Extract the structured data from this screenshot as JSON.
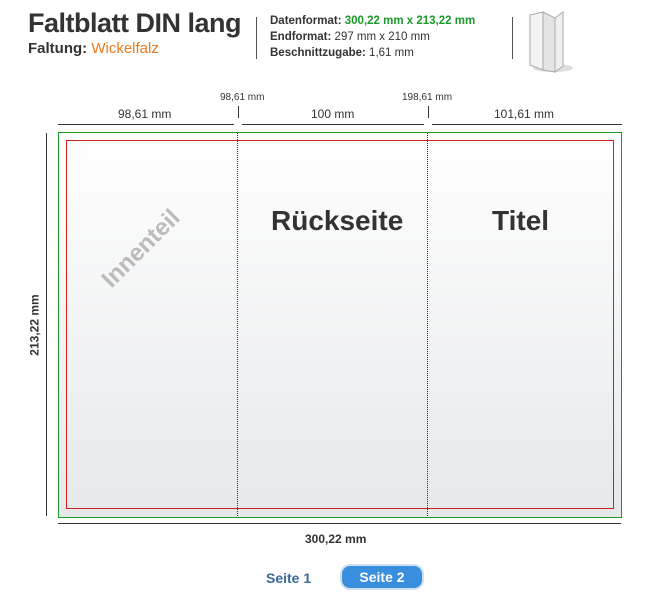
{
  "header": {
    "title": "Faltblatt DIN lang",
    "fold_label": "Faltung:",
    "fold_value": "Wickelfalz"
  },
  "info": {
    "data_label": "Datenformat:",
    "data_value": "300,22 mm x 213,22 mm",
    "end_label": "Endformat:",
    "end_value": "297 mm x 210 mm",
    "bleed_label": "Beschnittzugabe:",
    "bleed_value": "1,61 mm"
  },
  "dimensions": {
    "panel1": "98,61 mm",
    "panel2": "100 mm",
    "panel3": "101,61 mm",
    "fold1": "98,61 mm",
    "fold2": "198,61 mm",
    "width": "300,22 mm",
    "height": "213,22 mm"
  },
  "panels": {
    "inner": "Innenteil",
    "back": "Rückseite",
    "title": "Titel"
  },
  "pages": [
    "Seite 1",
    "Seite 2"
  ],
  "colors": {
    "green": "#1a9a2a",
    "orange": "#f07a1a",
    "red": "#d02020",
    "blue": "#3a8ede"
  }
}
